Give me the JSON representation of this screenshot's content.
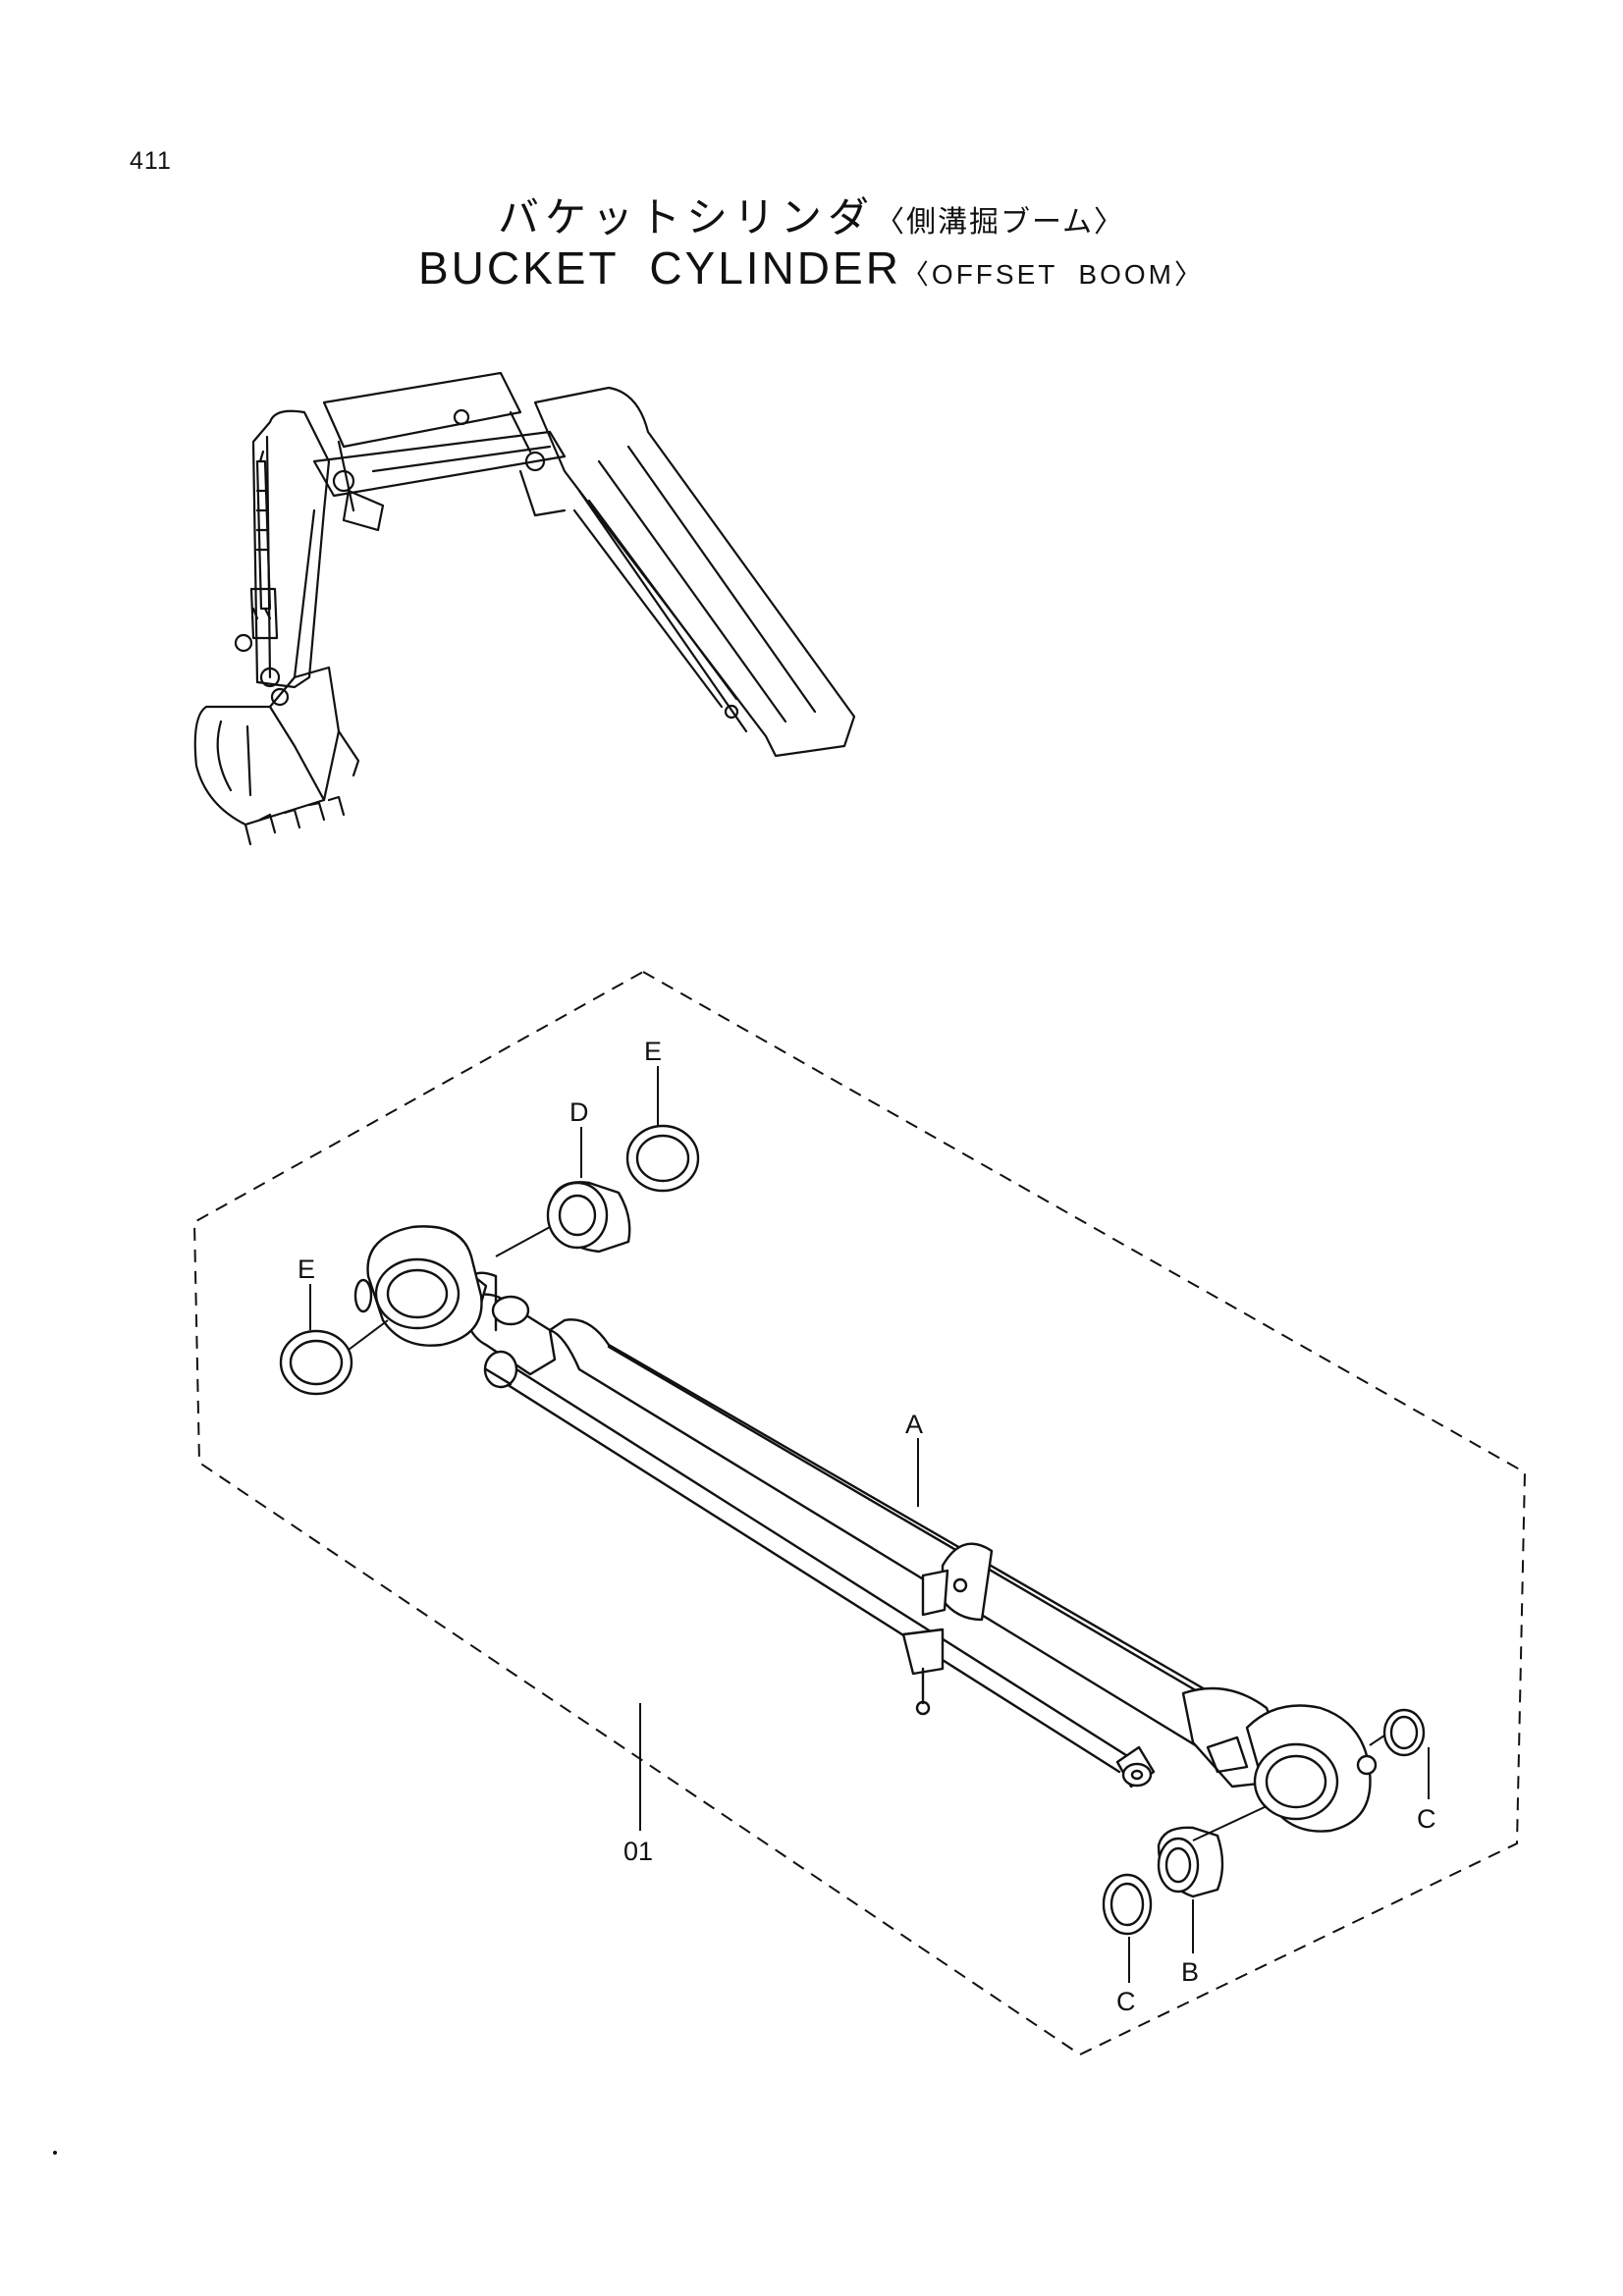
{
  "page_number": "411",
  "title": {
    "japanese_main": "バケットシリンダ",
    "japanese_sub": "〈側溝掘ブーム〉",
    "english_main": "BUCKET  CYLINDER",
    "english_sub": "〈OFFSET  BOOM〉"
  },
  "callouts": {
    "assembly": "01",
    "cylinder_body": "A",
    "bushing_bottom": "B",
    "seal_c_right": "C",
    "seal_c_bottom": "C",
    "bushing_top": "D",
    "seal_e_top": "E",
    "seal_e_left": "E"
  }
}
